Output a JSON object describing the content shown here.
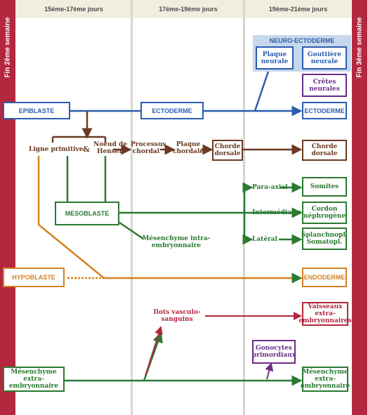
{
  "columns": [
    "15ème-17ème jours",
    "17ème-19ème jours",
    "19ème-21ème jours"
  ],
  "side_left": "Fin 2ème semaine",
  "side_right": "Fin 3ème semaine",
  "neuro_ectoderme": {
    "title": "NEURO-ECTODERME",
    "plaque": "Plaque neurale",
    "gouttiere": "Gouttière neurale",
    "cretes": "Crêtes neurales"
  },
  "epiblaste": "EPIBLASTE",
  "ectoderme": "ECTODERME",
  "ectoderme_end": "ECTODERME",
  "ligne_primitive": "Ligne primitive",
  "ampersand": "&",
  "noeud": "Noeud de Hensen",
  "processus": "Processus chordal",
  "plaque_chordale": "Plaque chordale",
  "chorde_mid": "Chorde dorsale",
  "chorde_end": "Chorde dorsale",
  "mesoblaste": "MESOBLASTE",
  "mesenchyme_intra": "Mésenchyme intra-embryonnaire",
  "para_axial": "Para-axial",
  "intermediaire": "Intermédiaire",
  "lateral": "Latéral",
  "somites": "Somites",
  "cordon": "Cordon néphrogène",
  "splanch": "Splanchnopl. Somatopl.",
  "hypoblaste": "HYPOBLASTE",
  "endoderme": "ENDODERME",
  "ilots": "Ilots vasculo-sanguins",
  "vaisseaux": "Vaisseaux extra-embryonnaires",
  "gonocytes": "Gonocytes primordiaux",
  "mesenchyme_extra_left": "Mésenchyme extra-embryonnaire",
  "mesenchyme_extra_right": "Mésenchyme extra-embryonnaire",
  "colors": {
    "blue": "#2a5db0",
    "brown": "#6b3a22",
    "green": "#2a7a32",
    "orange": "#d4811f",
    "red": "#b3283f",
    "purple": "#6a2e86"
  }
}
